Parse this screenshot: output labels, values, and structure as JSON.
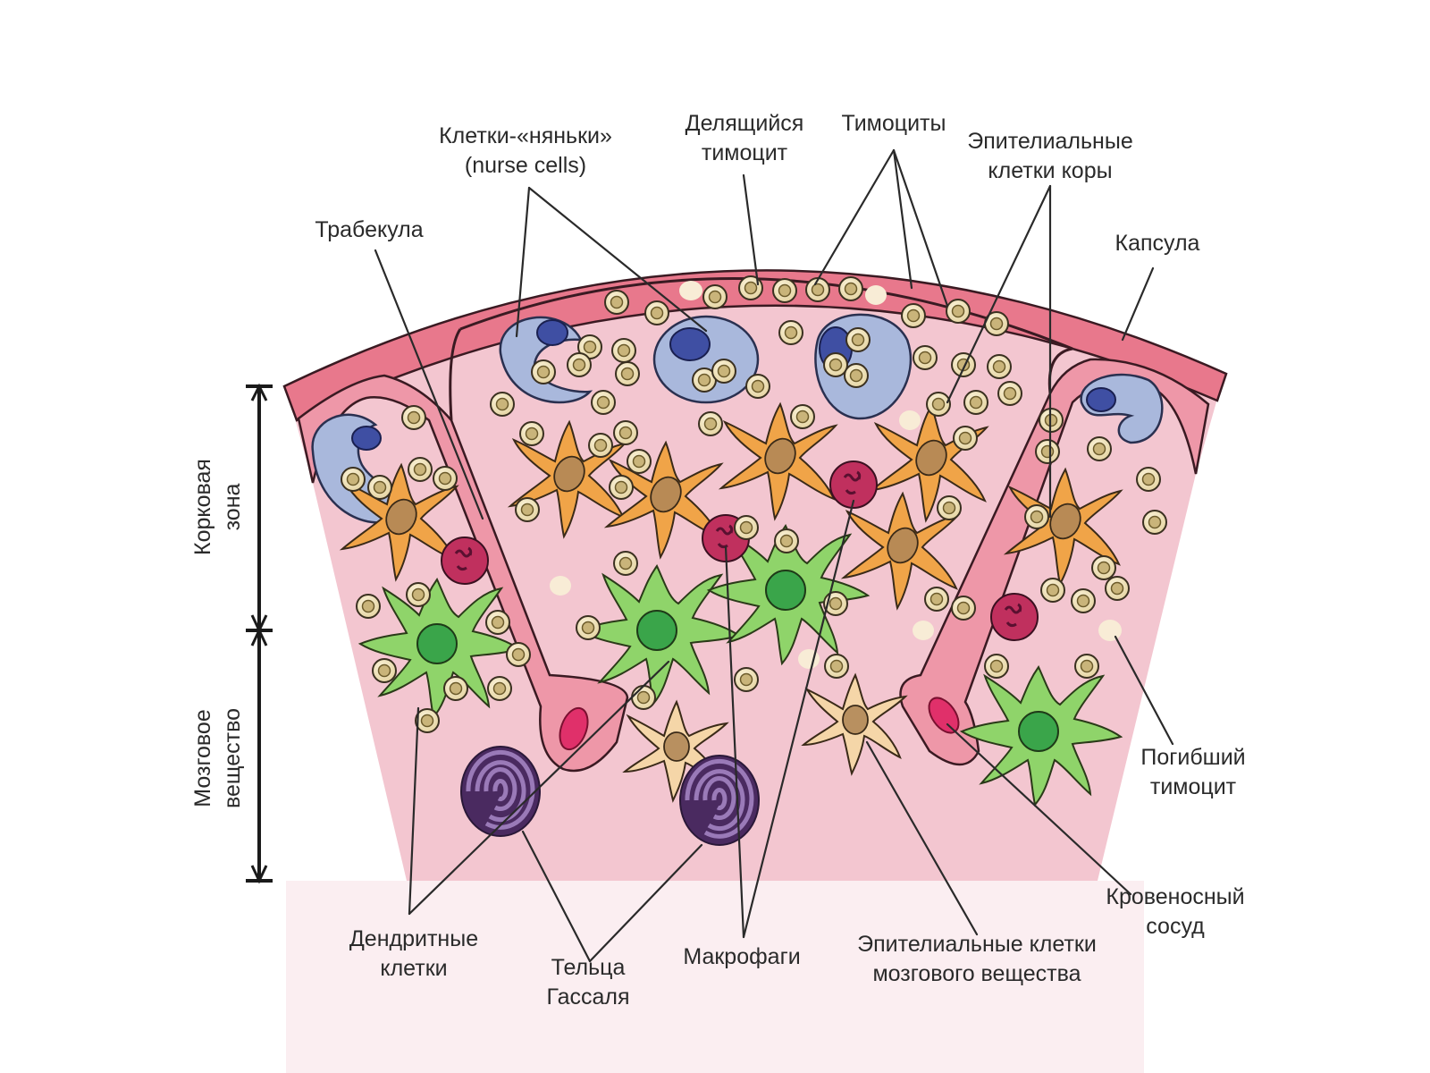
{
  "labels": {
    "nurse_cells": [
      "Клетки-«няньки»",
      "(nurse cells)"
    ],
    "dividing_thymocyte": [
      "Делящийся",
      "тимоцит"
    ],
    "thymocytes": "Тимоциты",
    "cortical_epithelial": [
      "Эпителиальные",
      "клетки коры"
    ],
    "trabecula": "Трабекула",
    "capsule": "Капсула",
    "cortex_zone": [
      "Корковая",
      "зона"
    ],
    "medulla": [
      "Мозговое",
      "вещество"
    ],
    "dead_thymocyte": [
      "Погибший",
      "тимоцит"
    ],
    "blood_vessel": [
      "Кровеносный",
      "сосуд"
    ],
    "dendritic_cells": [
      "Дендритные",
      "клетки"
    ],
    "hassall_bodies": [
      "Тельца",
      "Гассаля"
    ],
    "macrophages": "Макрофаги",
    "medullary_epithelial": [
      "Эпителиальные клетки",
      "мозгового вещества"
    ]
  },
  "colors": {
    "tissue": "#f3c6d0",
    "capsule": "#e8788c",
    "nurse_cell": "#a9b8dc",
    "nurse_nucleus": "#3f4fa3",
    "thymocyte": "#efe3bd",
    "thymocyte_nucleus": "#c2ad6e",
    "cortical_epithelial": "#f0a448",
    "medullary_epithelial": "#f5d6a8",
    "dendritic": "#8fd46a",
    "dendritic_nucleus": "#3aa54a",
    "macrophage": "#c0305e",
    "hassall": "#6a3a82",
    "vessel": "#e0306a",
    "dead_thymocyte": "#f8ecd6"
  }
}
